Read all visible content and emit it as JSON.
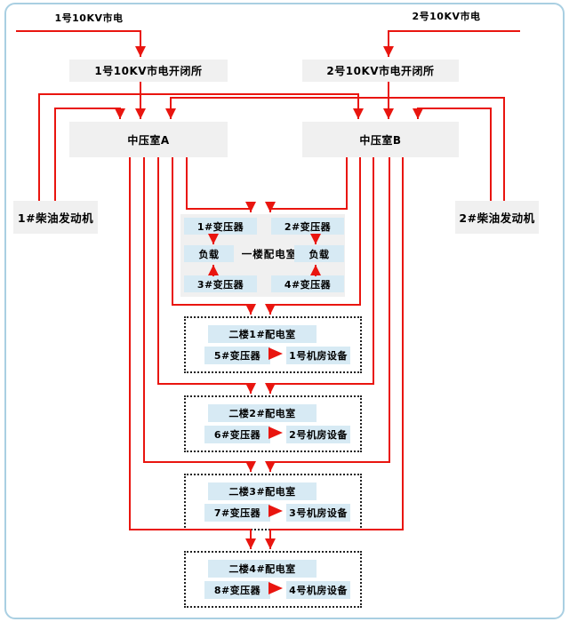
{
  "colors": {
    "wire": "#e9150f",
    "node_fill": "#f0f0f0",
    "cell_fill": "#d7eaf4",
    "frame": "#a9cfe2"
  },
  "sources": {
    "utility_1": "1号10KV市电",
    "utility_2": "2号10KV市电"
  },
  "switch_stations": {
    "station_1": "1号10KV市电开闭所",
    "station_2": "2号10KV市电开闭所"
  },
  "mv_rooms": {
    "room_a": "中压室A",
    "room_b": "中压室B"
  },
  "generators": {
    "gen_1": "1#柴油发动机",
    "gen_2": "2#柴油发动机"
  },
  "floor1_room": {
    "title": "一楼配电室",
    "transformer_1": "1#变压器",
    "transformer_2": "2#变压器",
    "load_left": "负载",
    "load_right": "负载",
    "transformer_3": "3#变压器",
    "transformer_4": "4#变压器"
  },
  "floor2_rooms": [
    {
      "title": "二楼1#配电室",
      "transformer": "5#变压器",
      "equipment": "1号机房设备"
    },
    {
      "title": "二楼2#配电室",
      "transformer": "6#变压器",
      "equipment": "2号机房设备"
    },
    {
      "title": "二楼3#配电室",
      "transformer": "7#变压器",
      "equipment": "3号机房设备"
    },
    {
      "title": "二楼4#配电室",
      "transformer": "8#变压器",
      "equipment": "4号机房设备"
    }
  ]
}
